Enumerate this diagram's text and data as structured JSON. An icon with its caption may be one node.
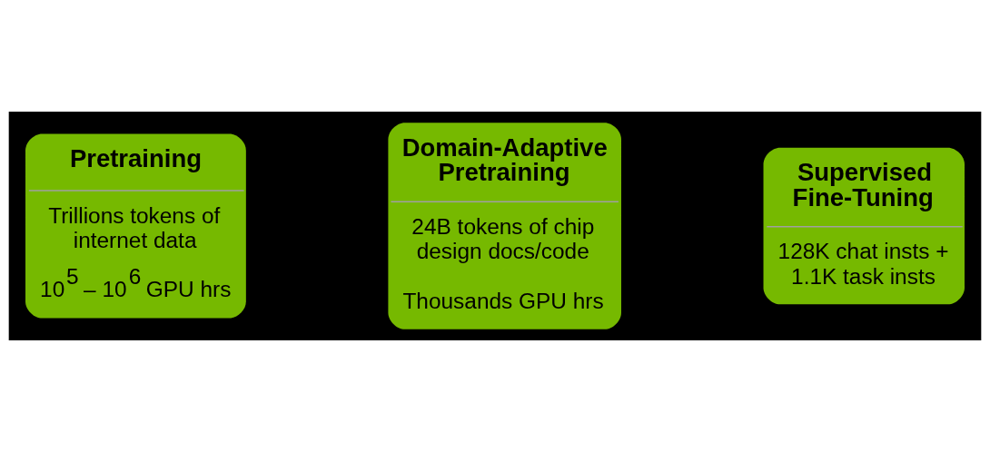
{
  "diagram": {
    "nodes": [
      {
        "text": [
          "Pretraining",
          "Trillions tokens of internet data",
          "10$^{5}$ – 10$^{6}$ GPU hrs"
        ]
      },
      {
        "text": [
          "Domain-Adaptive Pretraining",
          "24B tokens of chip design docs/code",
          "Thousands GPU hrs"
        ]
      },
      {
        "text": [
          "Supervised Fine-Tuning",
          "128K chat insts + 1.1K task insts"
        ]
      }
    ]
  }
}
